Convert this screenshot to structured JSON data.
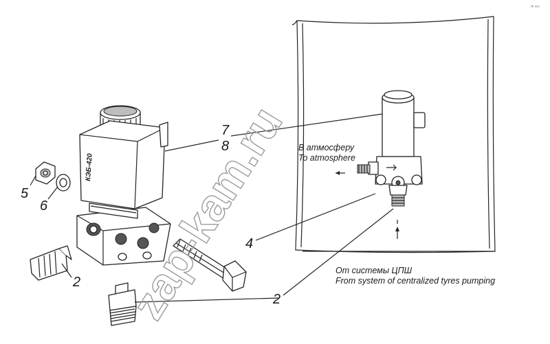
{
  "callouts": {
    "n7": "7",
    "n8": "8",
    "n5": "5",
    "n6": "6",
    "n4": "4",
    "n2a": "2",
    "n2b": "2"
  },
  "valve_marking": "КЭБ-420",
  "labels": {
    "atmosphere_ru": "В атмосферу",
    "atmosphere_en": "To atmosphere",
    "source_ru": "От системы ЦПШ",
    "source_en": "From system of centralized tyres pumping"
  },
  "watermark": "zap-kam.ru",
  "corner_mark": "ᵛᵇ ᵒᵒᵒ"
}
